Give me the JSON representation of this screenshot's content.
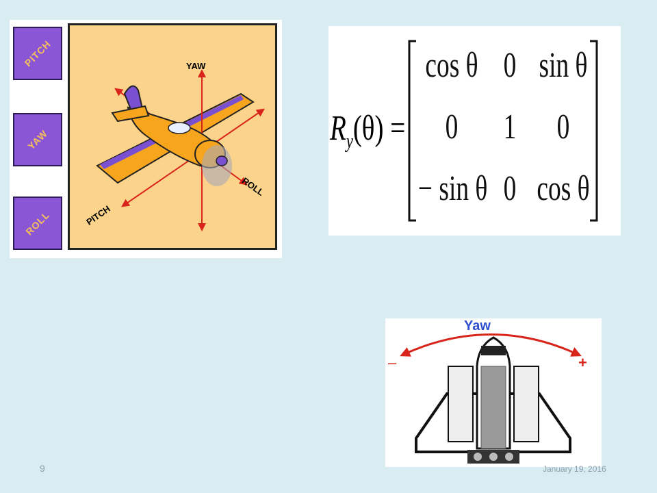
{
  "airplane_panel": {
    "side_buttons": [
      "PITCH",
      "YAW",
      "ROLL"
    ],
    "axis_labels": {
      "yaw": "YAW",
      "roll": "ROLL",
      "pitch": "PITCH"
    }
  },
  "matrix_panel": {
    "lhs": "R",
    "lhs_subscript": "y",
    "lhs_arg": "(θ) =",
    "cells": [
      [
        "cos θ",
        "0",
        "sin θ"
      ],
      [
        "0",
        "1",
        "0"
      ],
      [
        "− sin θ",
        "0",
        "cos θ"
      ]
    ]
  },
  "shuttle_panel": {
    "title": "Yaw",
    "minus_sign": "–",
    "plus_sign": "+"
  },
  "footer": {
    "page_number": "9",
    "date": "January 19, 2016"
  },
  "colors": {
    "background": "#d9ecf2",
    "button_purple": "#8b56d6",
    "canvas_orange": "#fcd38a",
    "axis_red": "#d8241a",
    "yaw_title_blue": "#2f4fd0"
  }
}
